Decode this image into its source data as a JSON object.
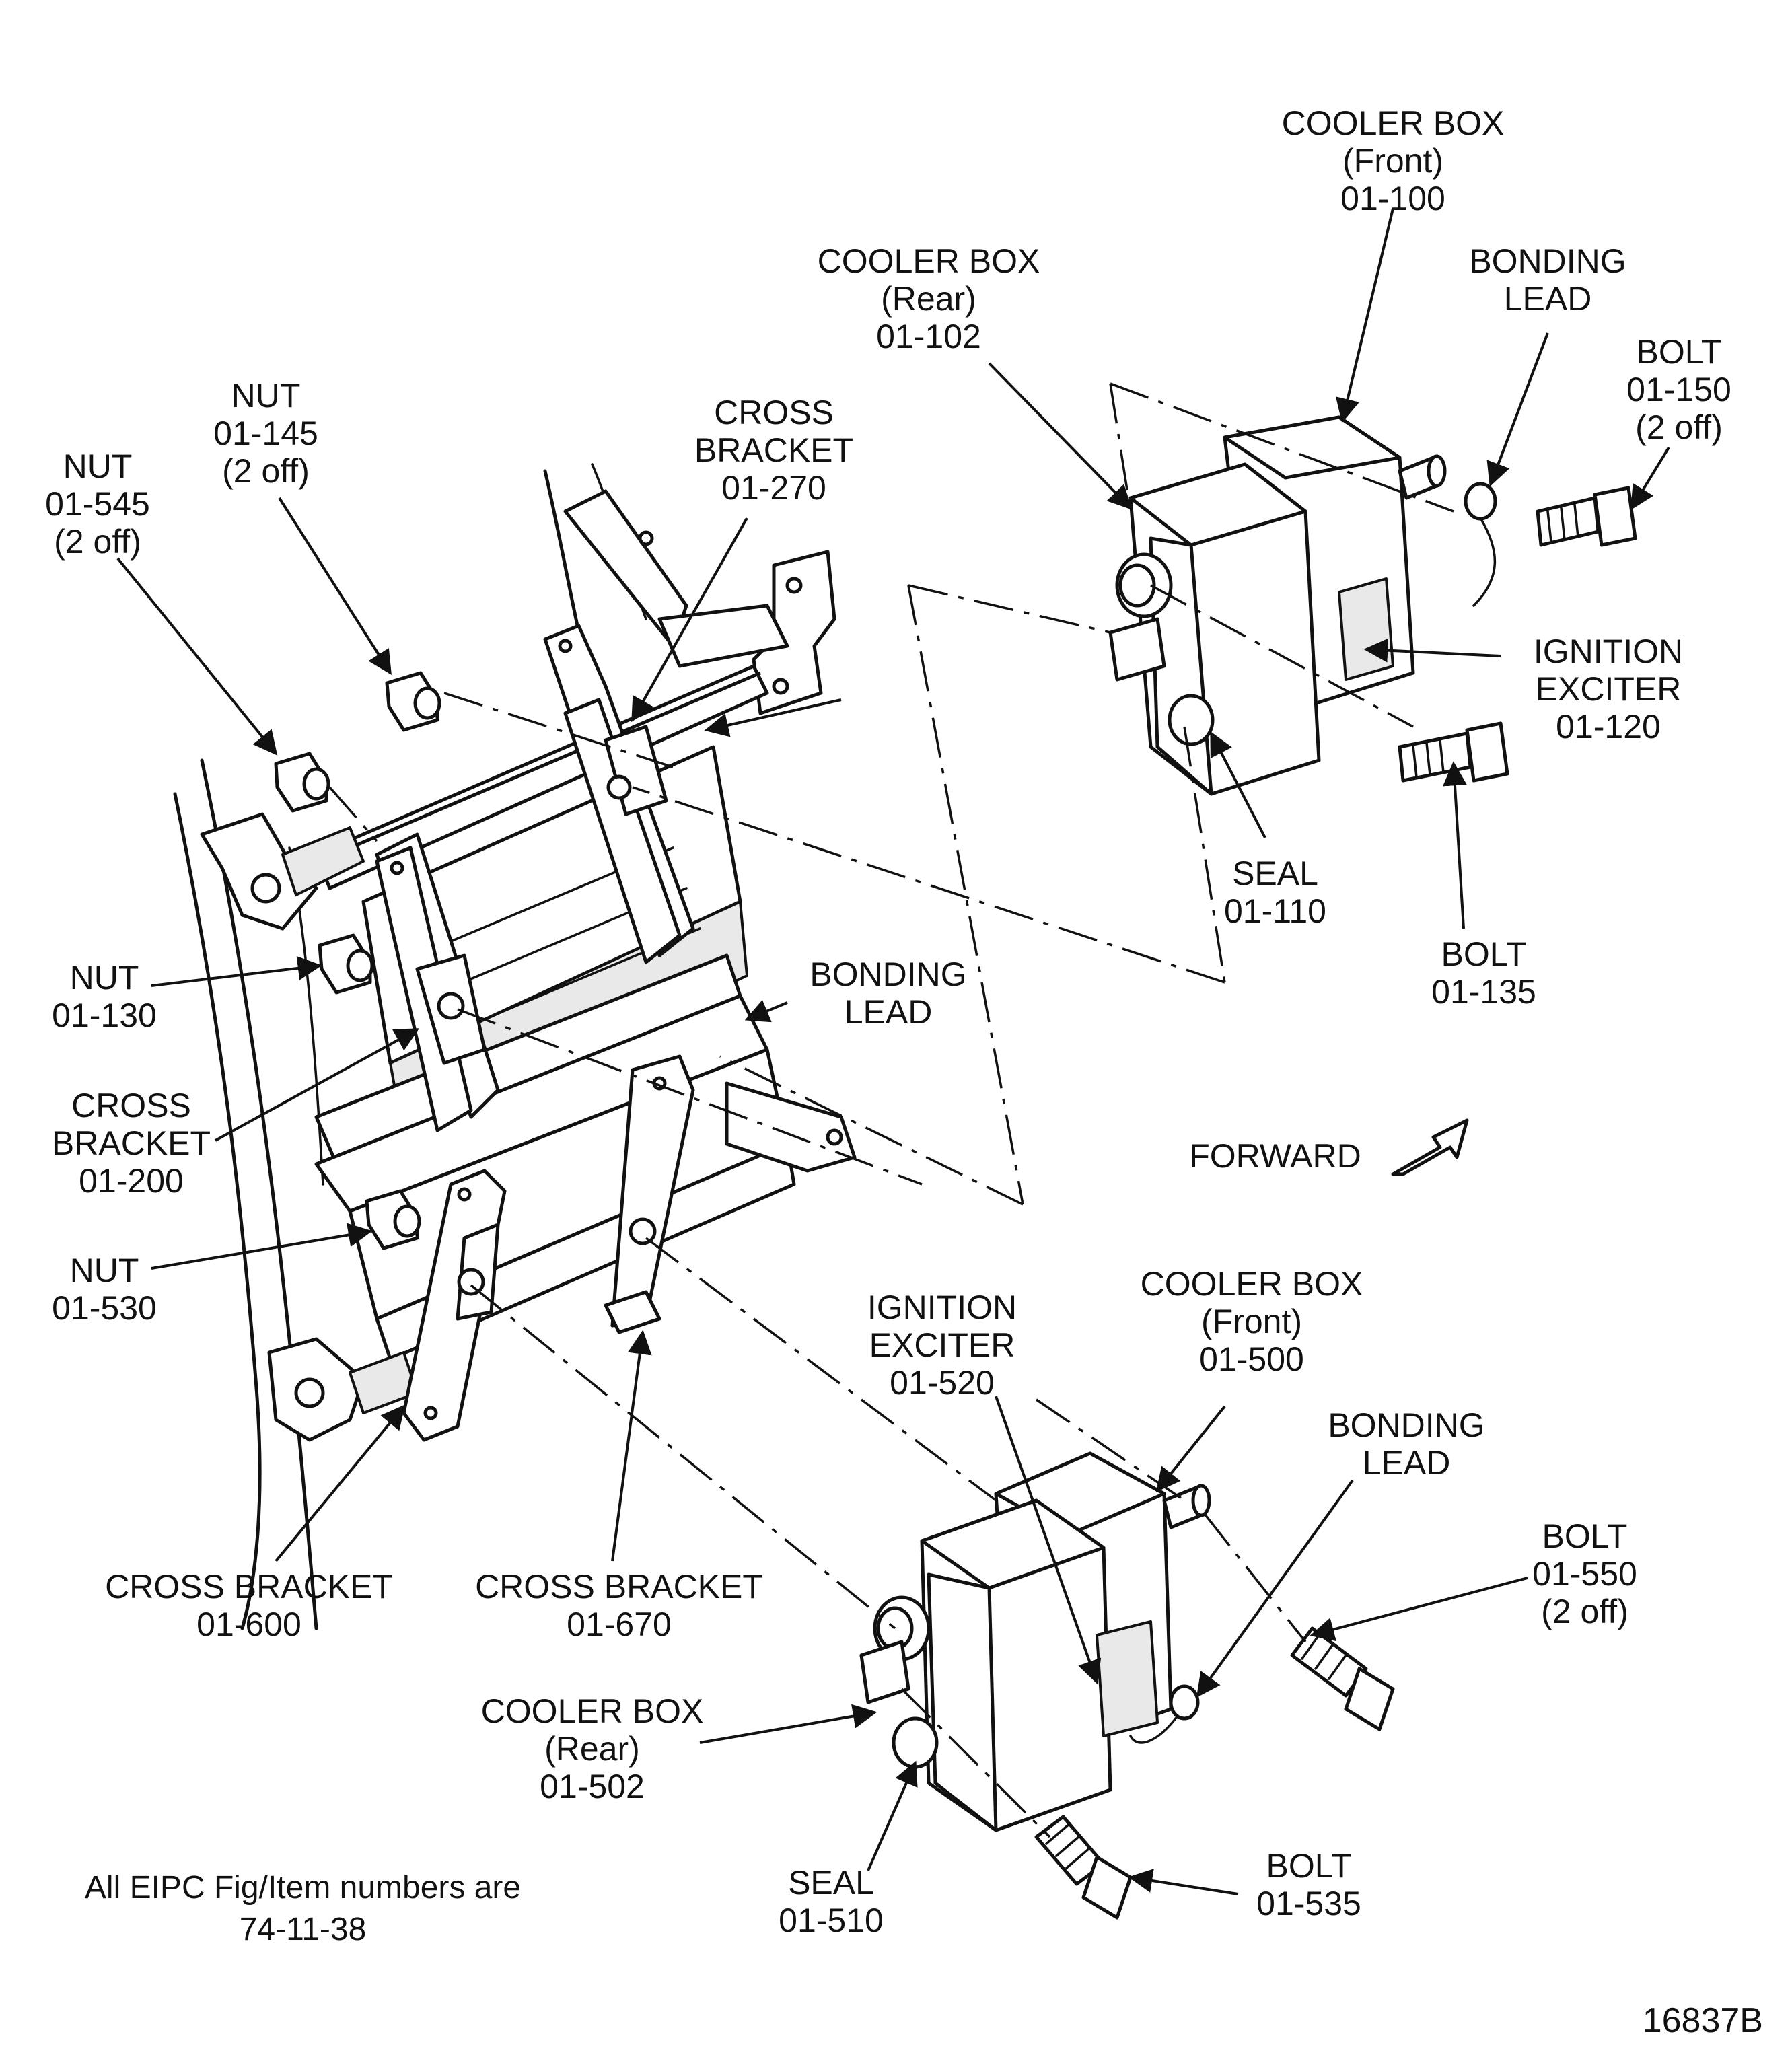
{
  "labels": {
    "cooler_box_front_top": [
      "COOLER BOX",
      "(Front)",
      "01-100"
    ],
    "cooler_box_rear_top": [
      "COOLER BOX",
      "(Rear)",
      "01-102"
    ],
    "bonding_lead_top": [
      "BONDING",
      "LEAD"
    ],
    "bolt_150": [
      "BOLT",
      "01-150",
      "(2 off)"
    ],
    "nut_145": [
      "NUT",
      "01-145",
      "(2 off)"
    ],
    "cross_bracket_270": [
      "CROSS",
      "BRACKET",
      "01-270"
    ],
    "nut_545": [
      "NUT",
      "01-545",
      "(2 off)"
    ],
    "ignition_exciter_120": [
      "IGNITION",
      "EXCITER",
      "01-120"
    ],
    "seal_110": [
      "SEAL",
      "01-110"
    ],
    "bolt_135": [
      "BOLT",
      "01-135"
    ],
    "nut_130": [
      "NUT",
      "01-130"
    ],
    "bonding_lead_mid": [
      "BONDING",
      "LEAD"
    ],
    "cross_bracket_200": [
      "CROSS",
      "BRACKET",
      "01-200"
    ],
    "forward": [
      "FORWARD"
    ],
    "nut_530": [
      "NUT",
      "01-530"
    ],
    "ignition_exciter_520": [
      "IGNITION",
      "EXCITER",
      "01-520"
    ],
    "cooler_box_front_bottom": [
      "COOLER BOX",
      "(Front)",
      "01-500"
    ],
    "bonding_lead_bottom": [
      "BONDING",
      "LEAD"
    ],
    "bolt_550": [
      "BOLT",
      "01-550",
      "(2 off)"
    ],
    "cross_bracket_600": [
      "CROSS BRACKET",
      "01-600"
    ],
    "cross_bracket_670": [
      "CROSS BRACKET",
      "01-670"
    ],
    "cooler_box_rear_bottom": [
      "COOLER BOX",
      "(Rear)",
      "01-502"
    ],
    "seal_510": [
      "SEAL",
      "01-510"
    ],
    "bolt_535": [
      "BOLT",
      "01-535"
    ]
  },
  "note": [
    "All EIPC Fig/Item numbers are",
    "74-11-38"
  ],
  "figure_number": "16837B"
}
